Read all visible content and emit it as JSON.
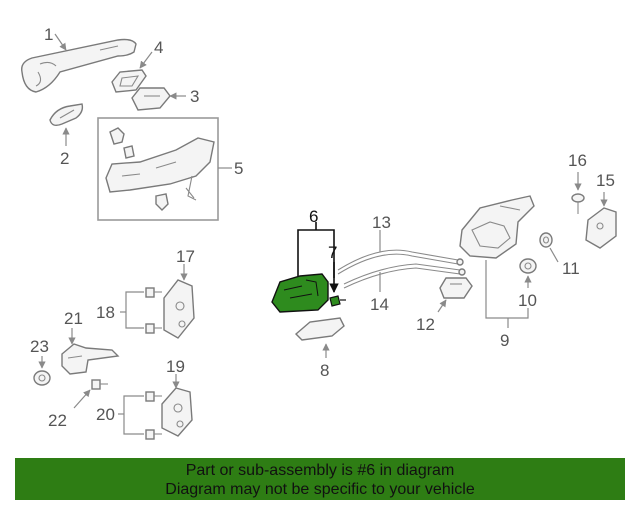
{
  "callouts": {
    "c1": "1",
    "c2": "2",
    "c3": "3",
    "c4": "4",
    "c5": "5",
    "c6": "6",
    "c7": "7",
    "c8": "8",
    "c9": "9",
    "c10": "10",
    "c11": "11",
    "c12": "12",
    "c13": "13",
    "c14": "14",
    "c15": "15",
    "c16": "16",
    "c17": "17",
    "c18": "18",
    "c19": "19",
    "c20": "20",
    "c21": "21",
    "c22": "22",
    "c23": "23"
  },
  "highlight_color": "#2e8b1e",
  "banner": {
    "line1": "Part or sub-assembly is #6 in diagram",
    "line2": "Diagram may not be specific to your vehicle",
    "color": "#2e7d14"
  }
}
